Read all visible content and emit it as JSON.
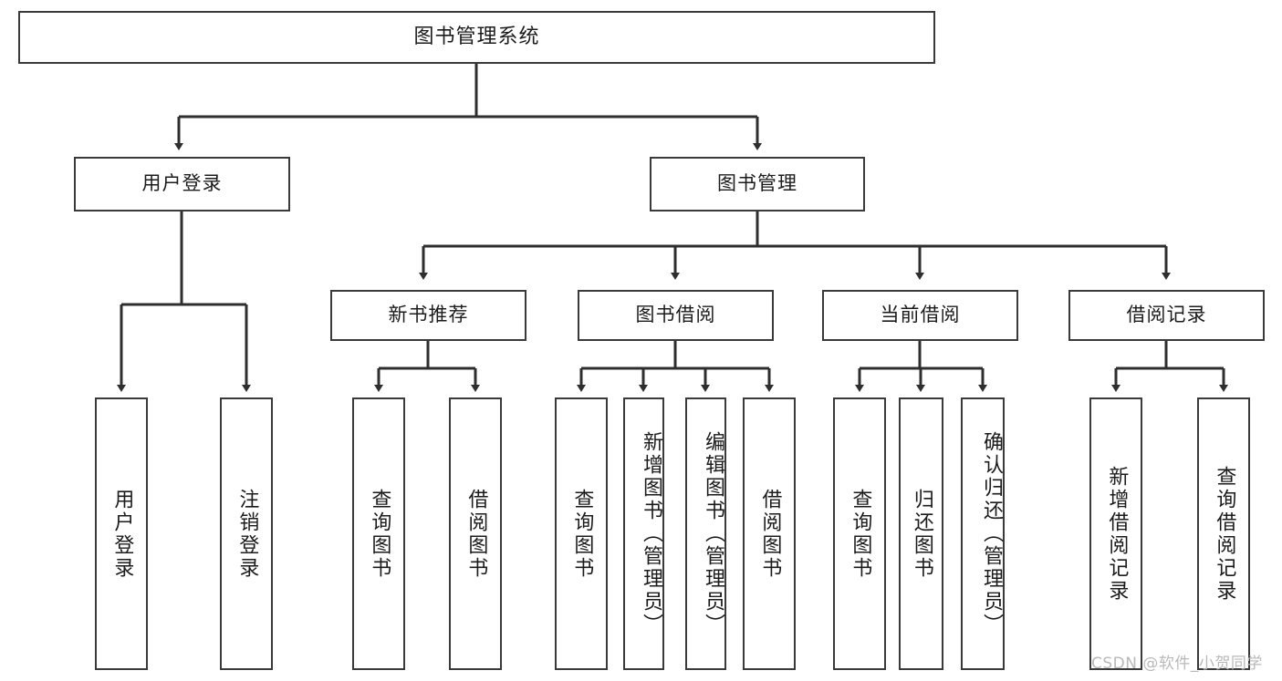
{
  "diagram": {
    "title": "图书管理系统",
    "type": "hierarchy-tree",
    "root": {
      "label": "图书管理系统"
    },
    "level2": [
      {
        "id": "user-login",
        "label": "用户登录"
      },
      {
        "id": "book-manage",
        "label": "图书管理"
      }
    ],
    "level3": [
      {
        "id": "new-book-recommend",
        "label": "新书推荐",
        "parent": "book-manage"
      },
      {
        "id": "book-borrow",
        "label": "图书借阅",
        "parent": "book-manage"
      },
      {
        "id": "current-borrow",
        "label": "当前借阅",
        "parent": "book-manage"
      },
      {
        "id": "borrow-record",
        "label": "借阅记录",
        "parent": "book-manage"
      }
    ],
    "leaves": {
      "user_login": [
        {
          "id": "leaf-user-login",
          "label": "用户登录"
        },
        {
          "id": "leaf-user-logout",
          "label": "注销登录"
        }
      ],
      "new_book_recommend": [
        {
          "id": "leaf-query-book-1",
          "label": "查询图书"
        },
        {
          "id": "leaf-borrow-book-1",
          "label": "借阅图书"
        }
      ],
      "book_borrow": [
        {
          "id": "leaf-query-book-2",
          "label": "查询图书"
        },
        {
          "id": "leaf-add-book",
          "label": "新增图书（管理员）"
        },
        {
          "id": "leaf-edit-book",
          "label": "编辑图书（管理员）"
        },
        {
          "id": "leaf-borrow-book-2",
          "label": "借阅图书"
        }
      ],
      "current_borrow": [
        {
          "id": "leaf-query-book-3",
          "label": "查询图书"
        },
        {
          "id": "leaf-return-book",
          "label": "归还图书"
        },
        {
          "id": "leaf-confirm-return",
          "label": "确认归还（管理员）"
        }
      ],
      "borrow_record": [
        {
          "id": "leaf-add-record",
          "label": "新增借阅记录"
        },
        {
          "id": "leaf-query-record",
          "label": "查询借阅记录"
        }
      ]
    },
    "colors": {
      "stroke": "#3a3a3a",
      "fill": "#ffffff",
      "text": "#1b1b1b",
      "watermark": "#b9b9b9"
    }
  },
  "watermark": {
    "text": "CSDN @软件_小贺同学"
  }
}
